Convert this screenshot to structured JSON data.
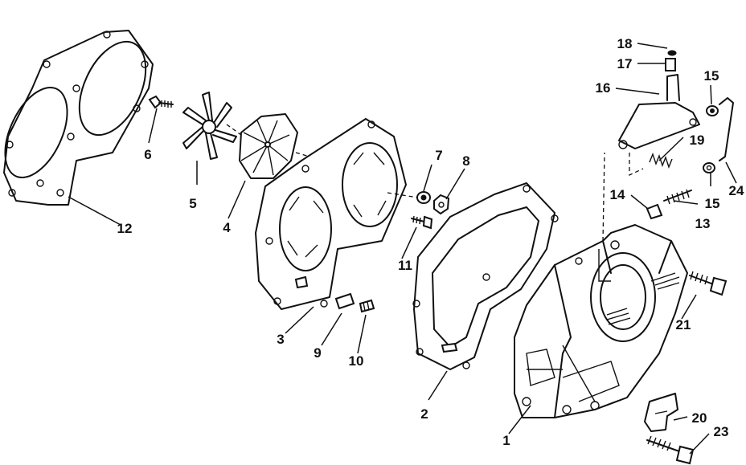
{
  "diagram": {
    "callouts": [
      "1",
      "2",
      "3",
      "4",
      "5",
      "6",
      "7",
      "8",
      "9",
      "10",
      "11",
      "12",
      "13",
      "14",
      "15",
      "15",
      "16",
      "17",
      "18",
      "19",
      "20",
      "21",
      "23",
      "24"
    ]
  }
}
